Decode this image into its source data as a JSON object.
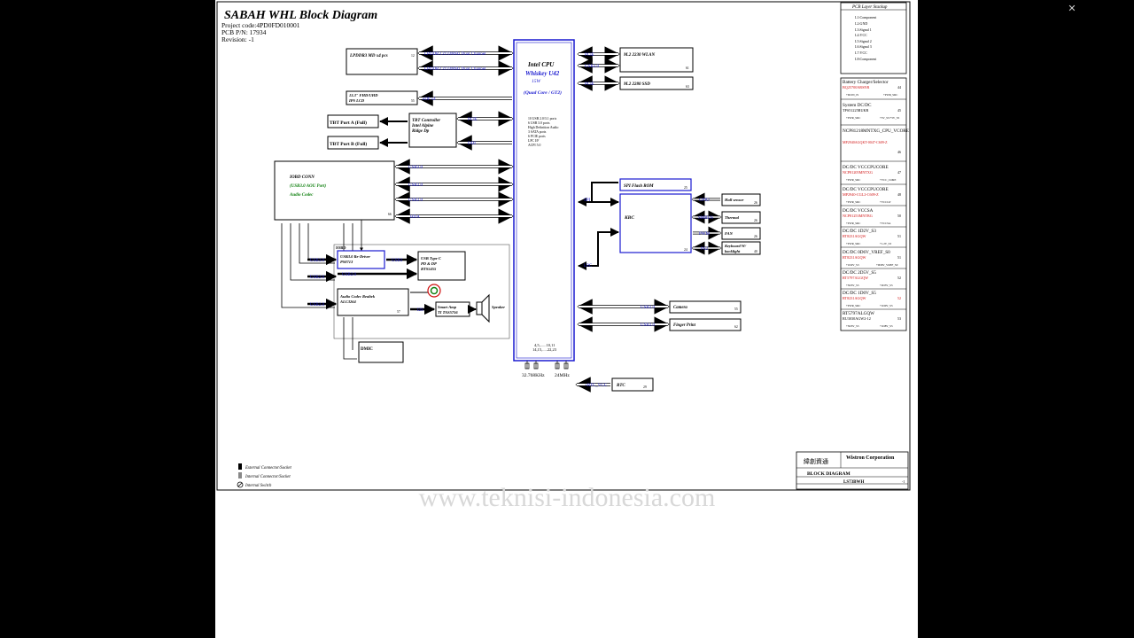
{
  "header": {
    "title": "SABAH WHL Block Diagram",
    "project_code": "Project code:4PD0FD010001",
    "pcb_pn": "PCB P/N: 17934",
    "revision": "Revision: -1"
  },
  "cpu": {
    "line1": "Intel CPU",
    "line2": "Whiskey U42",
    "line3": "15W",
    "line4": "(Quad Core / GT2)",
    "features": [
      "10 USB 2.0/3.1 ports",
      "6 USB 3.0 ports",
      "High Definition Audio",
      "3 SATA ports",
      "6 PCIE ports",
      "LPC I/F",
      "ACPI 5.0"
    ],
    "pins": [
      "4,5,......10,11",
      "14,15,.....22,23"
    ]
  },
  "blocks": {
    "lpddr3": "LPDDR3 MD x4 pcs",
    "lpddr3_page": "12",
    "lcd_l1": "13.3\" FHD/UHD",
    "lcd_l2": "IPS LCD",
    "lcd_page": "55",
    "tbt_a": "TBT Port A (Full)",
    "tbt_b": "TBT Port B (Full)",
    "tbt_ctrl_l1": "TBT Controller",
    "tbt_ctrl_l2": "Intel Alpine",
    "tbt_ctrl_l3": "Ridge Dp",
    "iobd_conn": "IOBD CONN",
    "iobd_aou": "(USB3.0 AOU Port)",
    "iobd_codec": "Audio Codec",
    "iobd_page": "66",
    "iobd_label": "IOBD",
    "redriver_l1": "USB3.0 Re-Driver",
    "redriver_l2": "PS8713",
    "typec_l1": "USB Type C",
    "typec_l2": "PD & DP",
    "typec_l3": "RTS5455",
    "codec_l1": "Audio Codec Realtek",
    "codec_l2": "ALC3264",
    "codec_page": "57",
    "amp_l1": "Smart Amp",
    "amp_l2": "TI TAS5756",
    "speaker": "Speaker",
    "dmic": "DMIC",
    "wlan": "M.2 2230 WLAN",
    "wlan_page": "61",
    "ssd": "M.2 2280 SSD",
    "ssd_page": "63",
    "spi_rom": "SPI Flash ROM",
    "spi_page": "25",
    "kbc": "KBC",
    "kbc_page": "24",
    "hall": "Hall sensor",
    "hall_page": "26",
    "thermal": "Thermal",
    "thermal_page": "26",
    "fan": "FAN",
    "fan_page": "26",
    "kb_l1": "Keyboard W/",
    "kb_l2": "backlight",
    "kb_page": "40",
    "camera": "Camera",
    "camera_page": "55",
    "finger": "Finger Print",
    "finger_page": "62",
    "rtc": "RTC",
    "rtc_page": "29",
    "xtal1": "32.768KHz",
    "xtal2": "24MHz"
  },
  "buses": {
    "lpddr3_ch1": "LPDDR3 2133MHz Dual Channel",
    "lpddr3_ch2": "LPDDR3 2133MHz Dual Channel",
    "edp": "eDP x4",
    "pcie_tbt": "PCIE",
    "ddi": "DDI",
    "iobd_usb30": "USB3.0",
    "iobd_usb20a": "USB2.0",
    "iobd_usb20b": "USB2.0",
    "hda": "HDA",
    "redriver_usb30": "USB3.0",
    "redriver_usb3": "USB3",
    "typec_usb20": "USB2.0",
    "typec_usb20b": "USB2.0",
    "codec_usb20": "USB2.0",
    "i2s": "I2S",
    "wlan_pcie": "PCIE",
    "wlan_usb": "USB2.0",
    "ssd_pcie": "PCIE",
    "spi": "SPI",
    "lpc": "LPC",
    "gpio": "GPIO",
    "smbus": "SMBUS",
    "pwm": "PWM",
    "ps2": "PS2",
    "camera_usb": "USB2.0",
    "finger_usb": "USB2.0",
    "rtc_vcc": "+RTC_VCC"
  },
  "stackup": {
    "title": "PCB Layer Stackup",
    "layers": [
      "L1:Component",
      "L2:GND",
      "L3:Signal 1",
      "L4:VCC",
      "L5:Signal 2",
      "L6:Signal 3",
      "L7:VCC",
      "L8:Component"
    ]
  },
  "power": [
    {
      "title": "Battery Charger/Selector",
      "part": "BQ25700ARSNR",
      "page": "44",
      "io": [
        "+DCIN_JS",
        "+PWR_SRC"
      ]
    },
    {
      "title": "System DC/DC",
      "part": "TPS51225RUKR",
      "page": "45",
      "io": [
        "+PWR_SRC",
        "+3V_S5/+5V_S5"
      ]
    },
    {
      "title": "NCP81218MNTXG_CPU_VCORE",
      "part": "MP2940AGQKT-0047-C609-Z",
      "page": "46",
      "io": []
    },
    {
      "title": "DC/DC VCCCPUCORE",
      "part": "NCP81205MNTXG",
      "page": "47",
      "io": [
        "+PWR_SRC",
        "+VCC_CORE"
      ]
    },
    {
      "title": "DC/DC VCCCPUCORE",
      "part": "MP2940-CGL2-C609-Z",
      "page": "48",
      "io": [
        "+PWR_SRC",
        "+VCCGT"
      ]
    },
    {
      "title": "DC/DC VCCSA",
      "part": "NCP81253MNTBG",
      "page": "50",
      "io": [
        "+PWR_SRC",
        "+VCCSA"
      ]
    },
    {
      "title": "DC/DC 1D2V_S3",
      "part": "RT8231AGQW",
      "page": "51",
      "io": [
        "+PWR_SRC",
        "+1.2V_S3"
      ]
    },
    {
      "title": "DC/DC 0D6V_VREF_S0",
      "part": "RT8231AGQW",
      "page": "51",
      "io": [
        "+1D2V_S3",
        "+0D6V_VREF_S0"
      ]
    },
    {
      "title": "DC/DC 2D5V_S5",
      "part": "RT5797ALGQW",
      "page": "52",
      "io": [
        "+3D3V_S5",
        "+2D5V_S5"
      ]
    },
    {
      "title": "DC/DC 1D0V_S5",
      "part": "RT8231AGQW",
      "page": "52",
      "io": [
        "+PWR_SRC",
        "+1D0V_S5"
      ]
    },
    {
      "title": "RT5797ALGQW",
      "part": "RU3030AGW2-12",
      "page": "53",
      "io": [
        "+3D3V_S5",
        "+1D8V_S5"
      ]
    }
  ],
  "legend": {
    "external": "External Connector/Socket",
    "internal": "Internal Connector/Socket",
    "switch": "Internal Switch"
  },
  "titleblock": {
    "company": "Wistron Corporation",
    "chinese": "緯創資通",
    "doc_title": "BLOCK DIAGRAM",
    "model": "LS73BWH",
    "rev": "-1"
  },
  "watermark": "www.teknisi-indonesia.com",
  "colors": {
    "blue": "#1a1ad0",
    "red": "#d01010",
    "green": "#108010"
  }
}
